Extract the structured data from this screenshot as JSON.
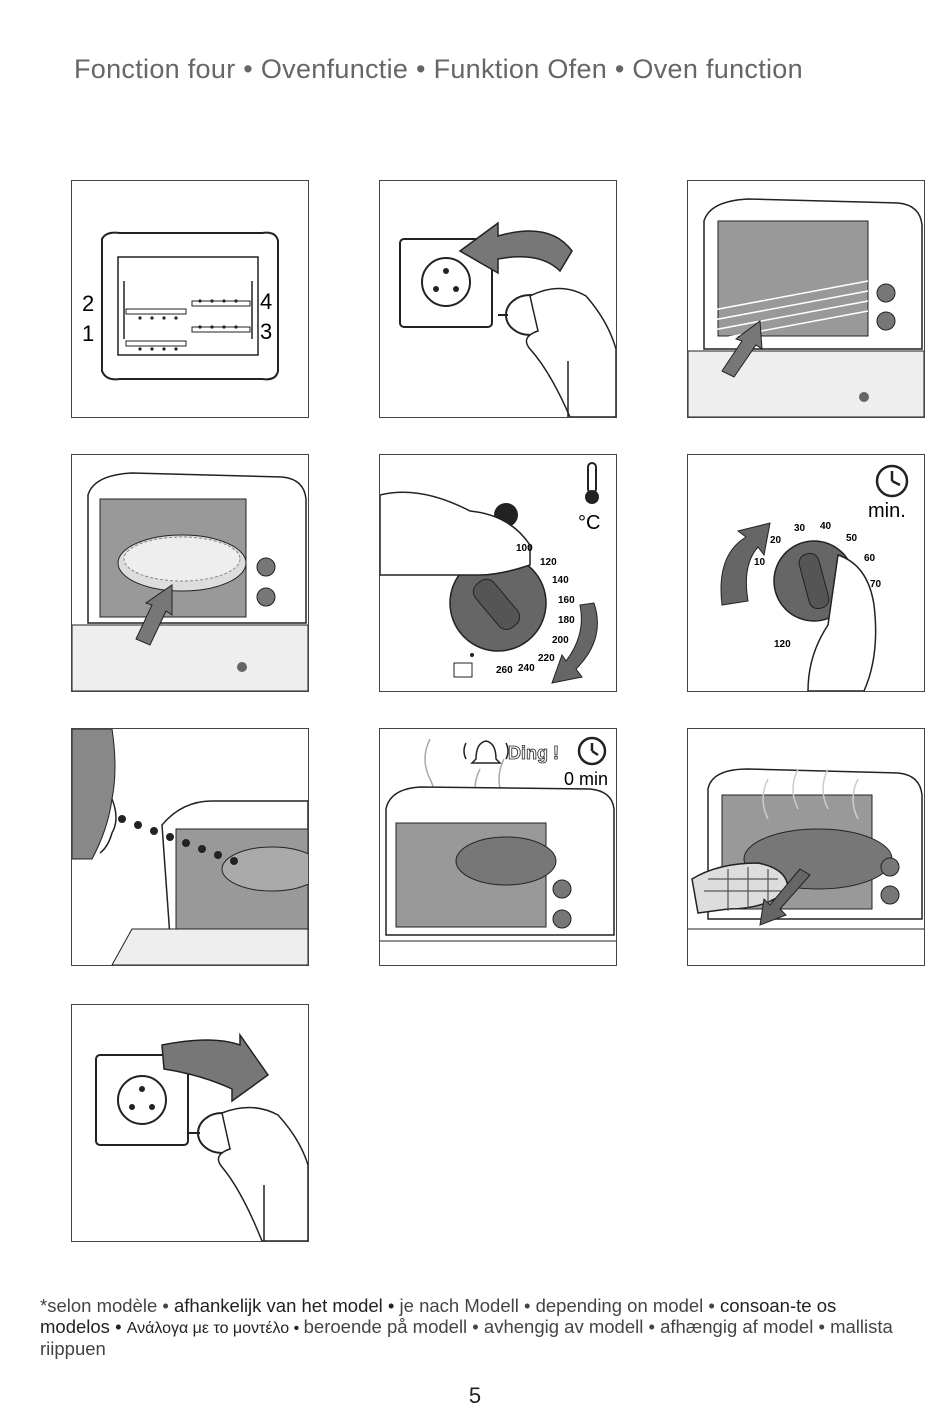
{
  "header": {
    "title": "Fonction four • Ovenfunctie • Funktion Ofen • Oven function"
  },
  "panels": {
    "p1": {
      "label_2": "2",
      "label_1": "1",
      "label_4": "4",
      "label_3": "3"
    },
    "p5": {
      "unit": "°C",
      "temps": [
        "100",
        "120",
        "140",
        "160",
        "180",
        "200",
        "220",
        "240",
        "260"
      ]
    },
    "p6": {
      "unit": "min.",
      "minutes": [
        "10",
        "20",
        "30",
        "40",
        "50",
        "60",
        "70",
        "120"
      ]
    },
    "p8": {
      "ding": "Ding !",
      "timer": "0 min"
    }
  },
  "footer": {
    "seg1": "*selon modèle • ",
    "seg2": "afhankelijk van het model • ",
    "seg3": "je nach Modell • ",
    "seg4": "depending on model • ",
    "seg5": "consoan-te os modelos • ",
    "seg6": "Ανάλογα με το μοντέλο • ",
    "seg7": "beroende på modell • ",
    "seg8": "avhengig av modell • ",
    "seg9": "afhængig af model • ",
    "seg10": "mallista riippuen"
  },
  "page_number": "5"
}
